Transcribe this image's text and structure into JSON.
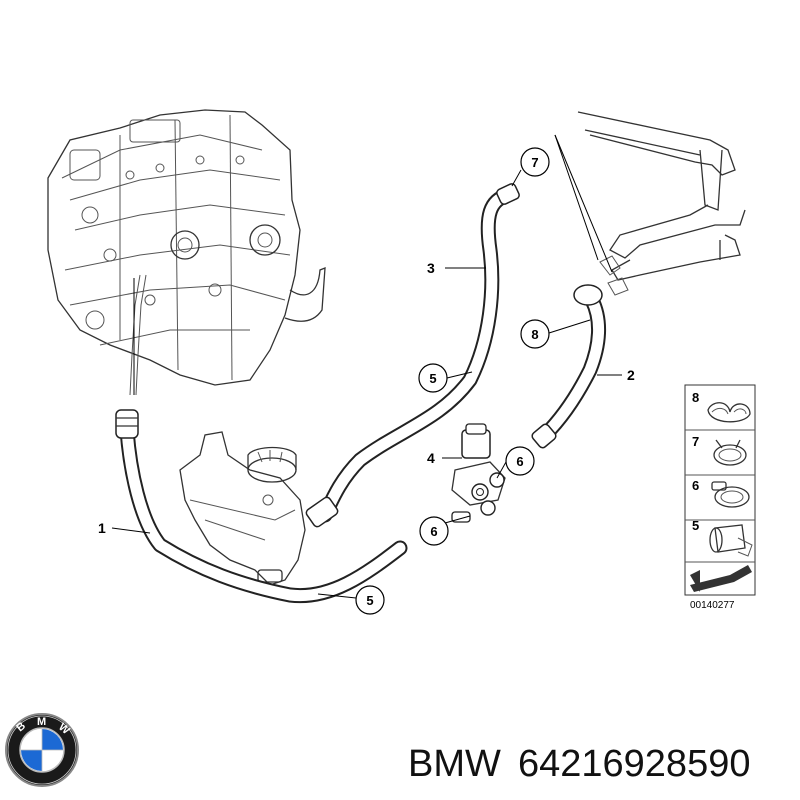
{
  "diagram": {
    "part_labels": [
      "1",
      "2",
      "3",
      "4"
    ],
    "callouts": [
      "7",
      "8",
      "5",
      "6",
      "6",
      "5"
    ],
    "legend": {
      "items": [
        {
          "number": "8",
          "icon": "double-wire-clamp-icon"
        },
        {
          "number": "7",
          "icon": "spring-band-clamp-icon"
        },
        {
          "number": "6",
          "icon": "screw-hose-clamp-icon"
        },
        {
          "number": "5",
          "icon": "sleeve-clamp-icon"
        }
      ],
      "code": "00140277"
    }
  },
  "brand": {
    "name": "BMW",
    "part_number": "64216928590",
    "logo_letters": [
      "B",
      "M",
      "W"
    ],
    "colors": {
      "logo_blue": "#1c69d4",
      "logo_black": "#111111"
    }
  }
}
